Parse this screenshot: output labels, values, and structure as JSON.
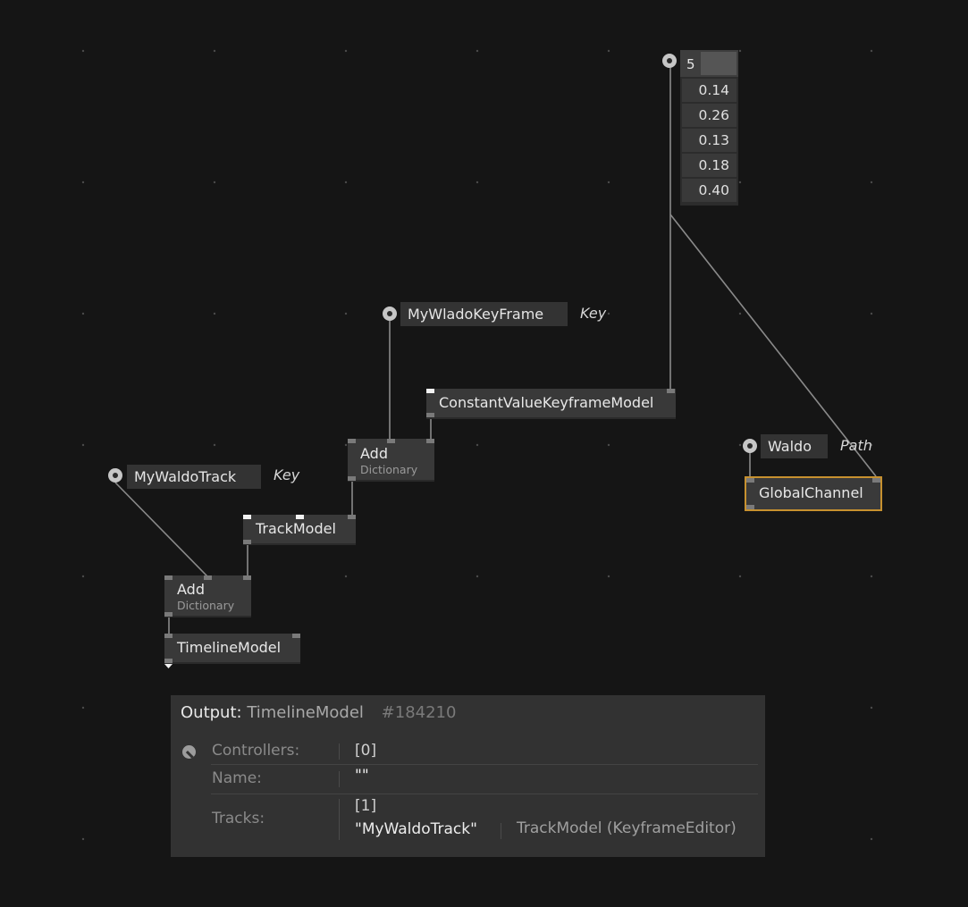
{
  "iobox_value": {
    "count": "5",
    "values": [
      "0.14",
      "0.26",
      "0.13",
      "0.18",
      "0.40"
    ]
  },
  "inputs": {
    "keyframe_key": "MyWladoKeyFrame",
    "track_key": "MyWaldoTrack",
    "channel_path": "Waldo"
  },
  "pin_labels": {
    "key1": "Key",
    "key2": "Key",
    "path": "Path"
  },
  "nodes": {
    "constant_value_keyframe": "ConstantValueKeyframeModel",
    "add_top": {
      "title": "Add",
      "sub": "Dictionary"
    },
    "track_model": "TrackModel",
    "add_bottom": {
      "title": "Add",
      "sub": "Dictionary"
    },
    "timeline_model": "TimelineModel",
    "global_channel": "GlobalChannel"
  },
  "tooltip": {
    "label": "Output:",
    "type": "TimelineModel",
    "hash": "#184210",
    "rows": {
      "controllers": {
        "key": "Controllers:",
        "value": "[0]"
      },
      "name": {
        "key": "Name:",
        "value": "\"\""
      },
      "tracks": {
        "key": "Tracks:",
        "count": "[1]",
        "item_key": "\"MyWaldoTrack\"",
        "item_value": "TrackModel (KeyframeEditor)"
      }
    }
  },
  "colors": {
    "background": "#151515",
    "node": "#393939",
    "selection": "#c7912f",
    "wire": "#8a8a8a"
  }
}
